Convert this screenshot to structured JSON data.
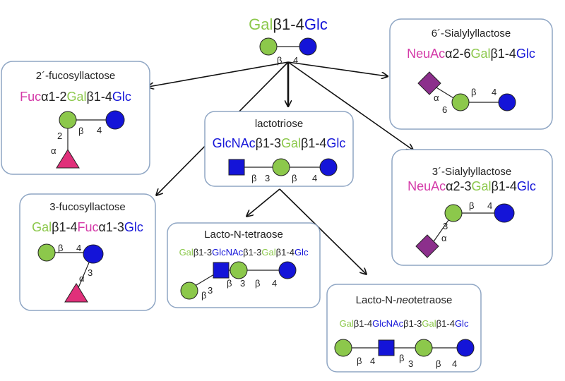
{
  "colors": {
    "Gal": "#8cc84b",
    "Glc": "#1414d8",
    "GlcNAc": "#1414d8",
    "NeuAc": "#d43aa8",
    "Fuc": "#d43aa8",
    "text": "#222222",
    "box_border": "#8fa6c4"
  },
  "lactose": {
    "formula": [
      {
        "t": "Gal",
        "c": "Gal"
      },
      {
        "t": "β1-4",
        "c": "text"
      },
      {
        "t": "Glc",
        "c": "Glc"
      }
    ],
    "labels": {
      "beta": "β",
      "four": "4"
    }
  },
  "fucosyllactose_2": {
    "title": "2´-fucosyllactose",
    "formula": [
      {
        "t": "Fuc",
        "c": "Fuc"
      },
      {
        "t": "α1-2",
        "c": "text"
      },
      {
        "t": "Gal",
        "c": "Gal"
      },
      {
        "t": "β1-4",
        "c": "text"
      },
      {
        "t": "Glc",
        "c": "Glc"
      }
    ],
    "labels": {
      "two": "2",
      "beta": "β",
      "four": "4",
      "alpha": "α"
    }
  },
  "lactotriose": {
    "title": "lactotriose",
    "formula": [
      {
        "t": "GlcNAc",
        "c": "GlcNAc"
      },
      {
        "t": "β1-3",
        "c": "text"
      },
      {
        "t": "Gal",
        "c": "Gal"
      },
      {
        "t": "β1-4",
        "c": "text"
      },
      {
        "t": "Glc",
        "c": "Glc"
      }
    ],
    "labels": {
      "beta1": "β",
      "three": "3",
      "beta2": "β",
      "four": "4"
    }
  },
  "sialyllactose_6": {
    "title": "6´-Sialylyllactose",
    "formula": [
      {
        "t": "NeuAc",
        "c": "NeuAc"
      },
      {
        "t": "α2-6",
        "c": "text"
      },
      {
        "t": "Gal",
        "c": "Gal"
      },
      {
        "t": "β1-4",
        "c": "text"
      },
      {
        "t": "Glc",
        "c": "Glc"
      }
    ],
    "labels": {
      "alpha": "α",
      "six": "6",
      "beta": "β",
      "four": "4"
    }
  },
  "sialyllactose_3": {
    "title": "3´-Sialylyllactose",
    "formula": [
      {
        "t": "NeuAc",
        "c": "NeuAc"
      },
      {
        "t": "α2-3",
        "c": "text"
      },
      {
        "t": "Gal",
        "c": "Gal"
      },
      {
        "t": "β1-4",
        "c": "text"
      },
      {
        "t": "Glc",
        "c": "Glc"
      }
    ],
    "labels": {
      "beta": "β",
      "four": "4",
      "three": "3",
      "alpha": "α"
    }
  },
  "fucosyllactose_3": {
    "title": "3-fucosyllactose",
    "formula": [
      {
        "t": "Gal",
        "c": "Gal"
      },
      {
        "t": "β1-4",
        "c": "text"
      },
      {
        "t": "Fuc",
        "c": "Fuc"
      },
      {
        "t": "α1-3",
        "c": "text"
      },
      {
        "t": "Glc",
        "c": "Glc"
      }
    ],
    "labels": {
      "beta": "β",
      "four": "4",
      "alpha": "α",
      "three": "3"
    }
  },
  "lnt": {
    "title": "Lacto-N-tetraose",
    "formula": [
      {
        "t": "Gal",
        "c": "Gal"
      },
      {
        "t": "β1-3",
        "c": "text"
      },
      {
        "t": "GlcNAc",
        "c": "GlcNAc"
      },
      {
        "t": "β1-3",
        "c": "text"
      },
      {
        "t": "Gal",
        "c": "Gal"
      },
      {
        "t": "β1-4",
        "c": "text"
      },
      {
        "t": "Glc",
        "c": "Glc"
      }
    ],
    "labels": {
      "beta_a": "β",
      "three_a": "3",
      "beta_b": "β",
      "three_b": "3",
      "beta_c": "β",
      "four": "4"
    }
  },
  "lnnt": {
    "title_parts": [
      "Lacto-N-",
      "neo",
      "tetraose"
    ],
    "formula": [
      {
        "t": "Gal",
        "c": "Gal"
      },
      {
        "t": "β1-4",
        "c": "text"
      },
      {
        "t": "GlcNAc",
        "c": "GlcNAc"
      },
      {
        "t": "β1-3",
        "c": "text"
      },
      {
        "t": "Gal",
        "c": "Gal"
      },
      {
        "t": "β1-4",
        "c": "text"
      },
      {
        "t": "Glc",
        "c": "Glc"
      }
    ],
    "labels": {
      "beta_a": "β",
      "four_a": "4",
      "beta_b": "β",
      "three": "3",
      "beta_c": "β",
      "four_b": "4"
    }
  }
}
